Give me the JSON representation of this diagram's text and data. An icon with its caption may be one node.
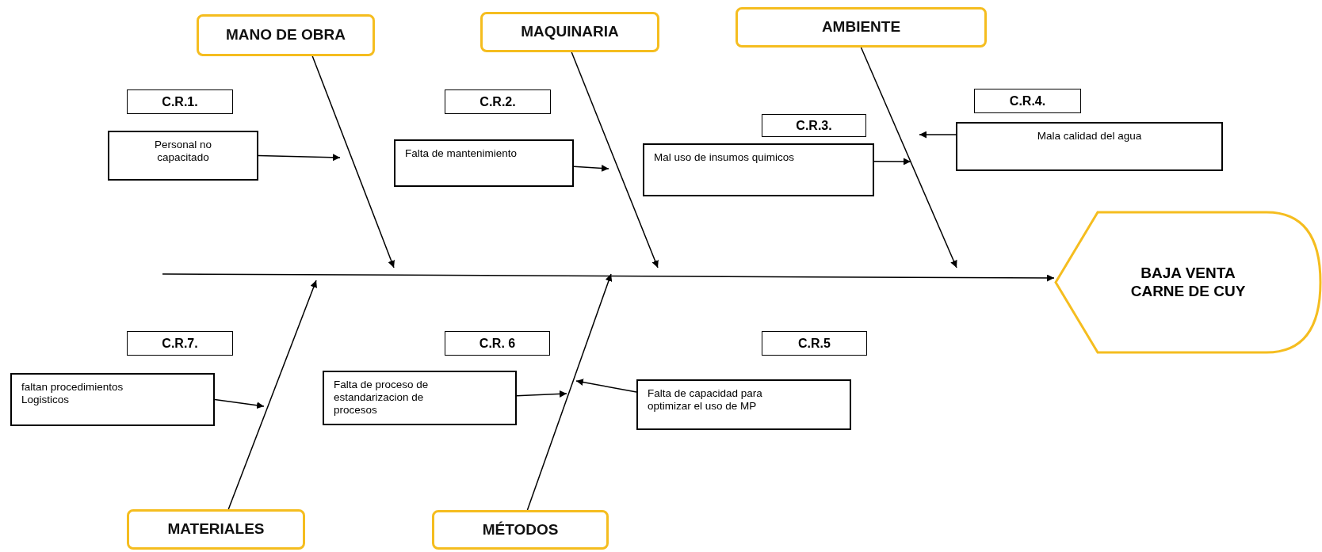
{
  "diagram": {
    "nodes": [
      {
        "text": [
          "MANO DE OBRA"
        ]
      },
      {
        "text": [
          "MAQUINARIA"
        ]
      },
      {
        "text": [
          "AMBIENTE"
        ]
      },
      {
        "text": [
          "C.R.1."
        ]
      },
      {
        "text": [
          "C.R.2."
        ]
      },
      {
        "text": [
          "C.R.4."
        ]
      },
      {
        "text": [
          "C.R.3."
        ]
      },
      {
        "text": [
          "Personal no capacitado"
        ]
      },
      {
        "text": [
          "Falta de mantenimiento"
        ]
      },
      {
        "text": [
          "Mal uso de insumos quimicos"
        ]
      },
      {
        "text": [
          "Mala calidad del agua"
        ]
      },
      {
        "text": [
          "BAJA VENTA CARNE DE CUY"
        ]
      },
      {
        "text": [
          "C.R.7."
        ]
      },
      {
        "text": [
          "C.R. 6"
        ]
      },
      {
        "text": [
          "C.R.5"
        ]
      },
      {
        "text": [
          "faltan procedimientos Logisticos"
        ]
      },
      {
        "text": [
          "Falta de proceso de estandarizacion de procesos"
        ]
      },
      {
        "text": [
          "Falta de capacidad para optimizar el uso de MP"
        ]
      },
      {
        "text": [
          "MATERIALES"
        ]
      },
      {
        "text": [
          "MÉTODOS"
        ]
      }
    ],
    "edges": [
      {
        "from": null,
        "to": 11,
        "arrow": "to"
      },
      {
        "from": 0,
        "to": null,
        "arrow": "to"
      },
      {
        "from": 1,
        "to": null,
        "arrow": "to"
      },
      {
        "from": 2,
        "to": null,
        "arrow": "to"
      },
      {
        "from": 18,
        "to": null,
        "arrow": "to"
      },
      {
        "from": 19,
        "to": null,
        "arrow": "to"
      },
      {
        "from": 7,
        "to": null,
        "arrow": "to"
      },
      {
        "from": 8,
        "to": null,
        "arrow": "to"
      },
      {
        "from": 9,
        "to": null,
        "arrow": "to"
      },
      {
        "from": 10,
        "to": null,
        "arrow": "to"
      },
      {
        "from": 15,
        "to": null,
        "arrow": "to"
      },
      {
        "from": 16,
        "to": null,
        "arrow": "to"
      },
      {
        "from": 17,
        "to": null,
        "arrow": "to"
      }
    ]
  }
}
